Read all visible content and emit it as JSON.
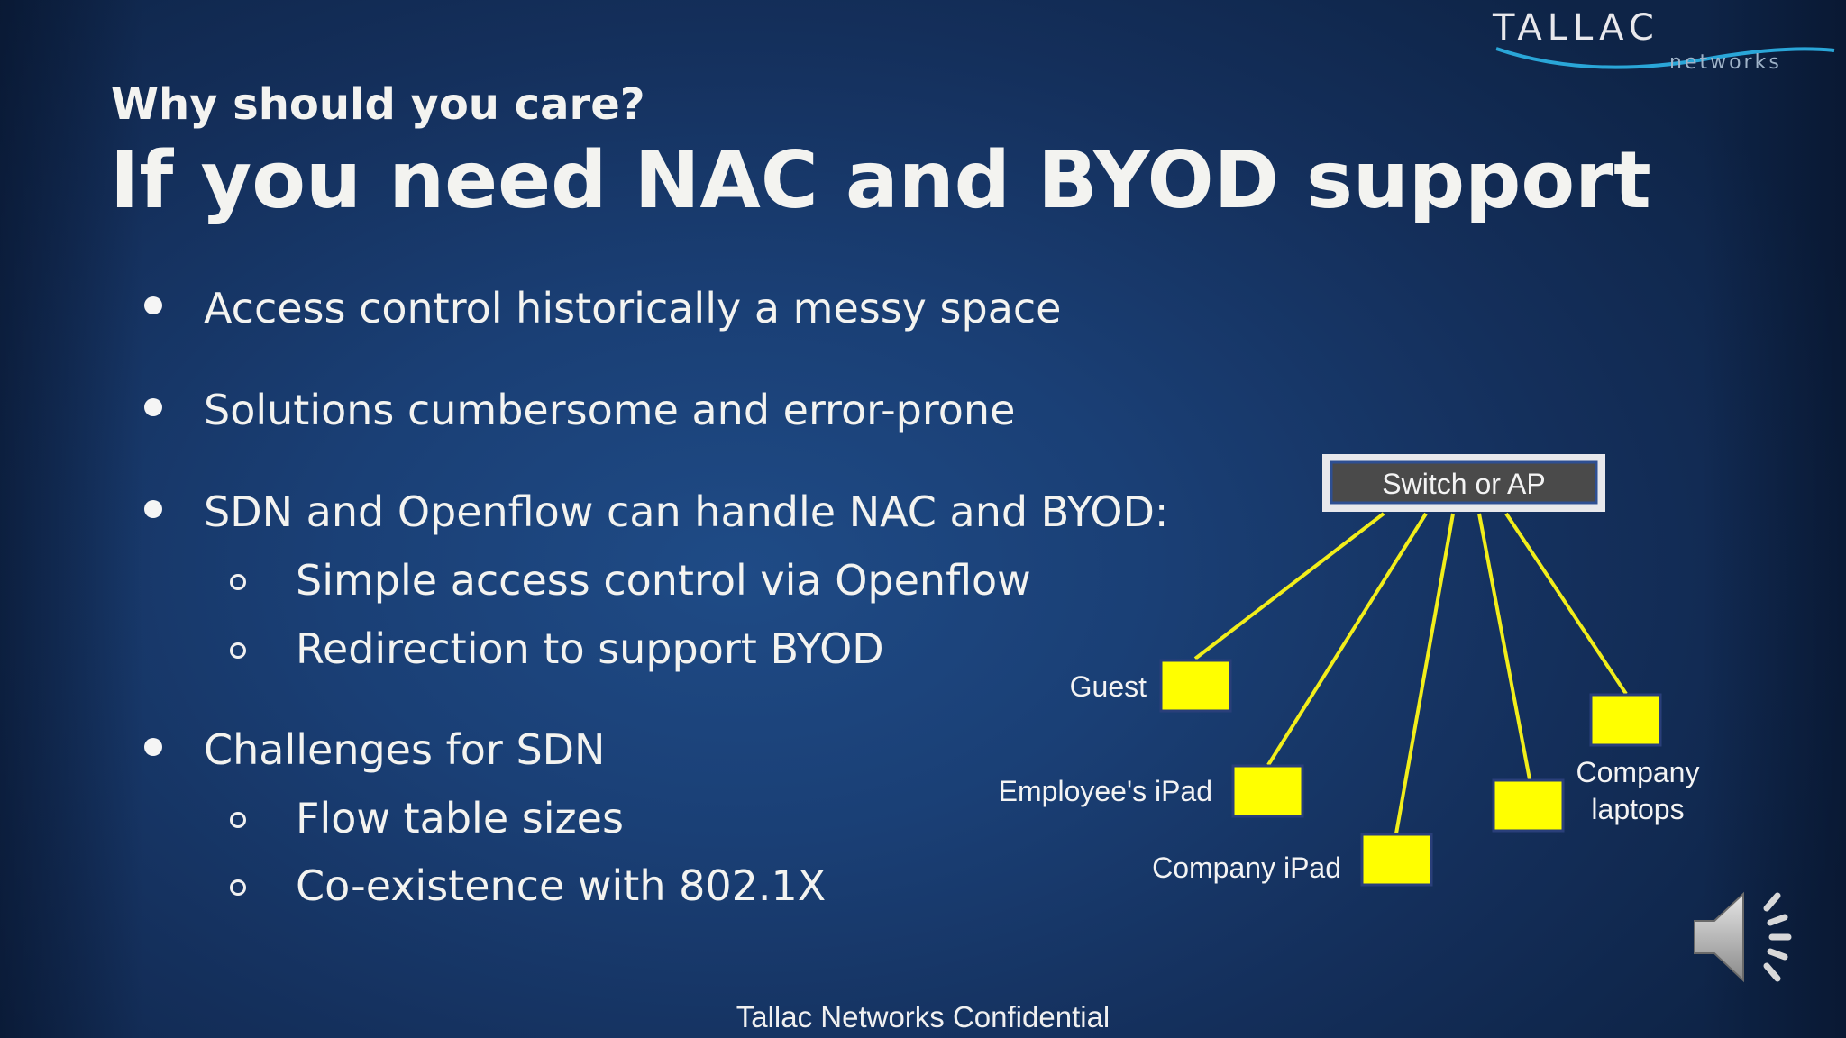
{
  "logo": {
    "brand": "TALLAC",
    "tagline": "networks"
  },
  "slide": {
    "subtitle": "Why should you care?",
    "title": "If you need NAC and BYOD support",
    "bullets": [
      "Access control historically a messy space",
      "Solutions cumbersome and error-prone",
      "SDN and Openflow can handle NAC and BYOD:",
      "Challenges for SDN"
    ],
    "sub_bullets_sdn": [
      "Simple access control via Openflow",
      "Redirection to support BYOD"
    ],
    "sub_bullets_challenges": [
      "Flow table sizes",
      "Co-existence with 802.1X"
    ],
    "footer": "Tallac Networks Confidential"
  },
  "diagram": {
    "switch_label": "Switch or AP",
    "nodes": {
      "guest": "Guest",
      "employee_ipad": "Employee's iPad",
      "company_ipad": "Company iPad",
      "company_laptops_line1": "Company",
      "company_laptops_line2": "laptops"
    },
    "colors": {
      "link": "#f2ee1a",
      "device": "#ffff00",
      "switch_fill": "#4a4a4a",
      "switch_border": "#e8e8e8"
    }
  },
  "icons": {
    "audio": "speaker-icon"
  }
}
